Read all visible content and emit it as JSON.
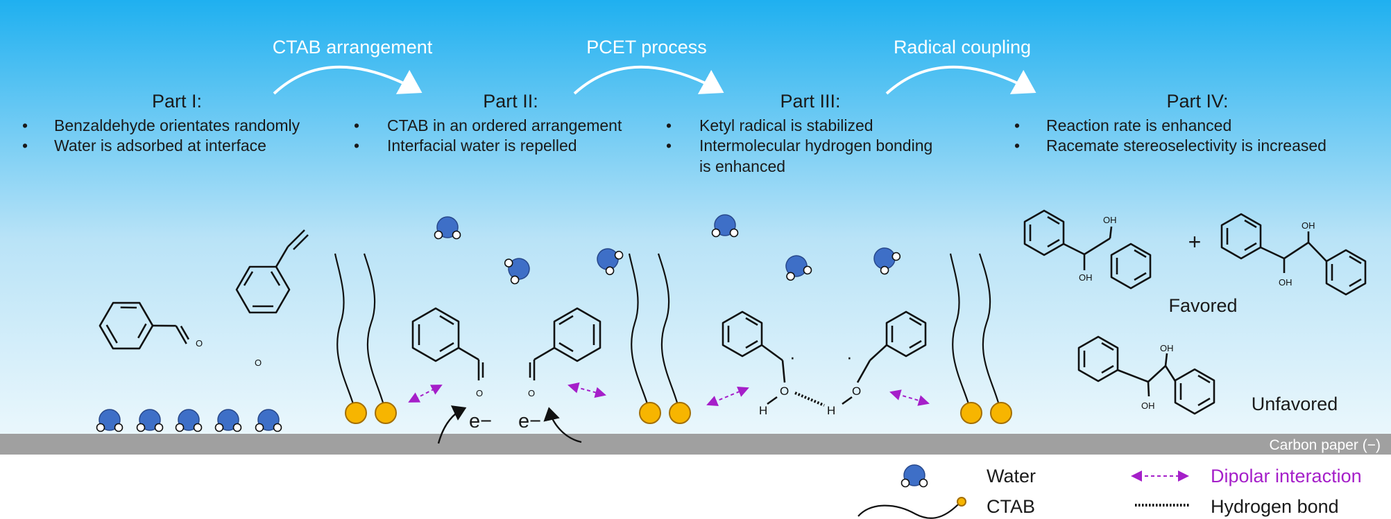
{
  "processes": [
    "CTAB arrangement",
    "PCET process",
    "Radical coupling"
  ],
  "parts": [
    {
      "title": "Part I:",
      "bullets": [
        "Benzaldehyde orientates randomly",
        "Water is adsorbed at interface"
      ]
    },
    {
      "title": "Part II:",
      "bullets": [
        "CTAB in an ordered arrangement",
        "Interfacial water is repelled"
      ]
    },
    {
      "title": "Part III:",
      "bullets": [
        "Ketyl radical is stabilized",
        "Intermolecular hydrogen bonding",
        "is enhanced"
      ]
    },
    {
      "title": "Part IV:",
      "bullets": [
        "Reaction rate is enhanced",
        "Racemate stereoselectivity is increased"
      ]
    }
  ],
  "electrode_label": "Carbon paper (−)",
  "electron": "e−",
  "atoms": {
    "O": "O",
    "H": "H",
    "OH": "OH",
    "radical_dot": "·",
    "plus": "+"
  },
  "products": {
    "favored": "Favored",
    "unfavored": "Unfavored"
  },
  "legend": {
    "water": "Water",
    "ctab": "CTAB",
    "dipolar": "Dipolar interaction",
    "hbond": "Hydrogen bond"
  },
  "colors": {
    "sky_top": "#1fb0f0",
    "sky_bottom": "#e9f7fc",
    "electrode": "#a0a0a0",
    "ctab_head": "#f7b500",
    "water_oxygen": "#3e6fc7",
    "dipolar": "#a51fc9"
  }
}
